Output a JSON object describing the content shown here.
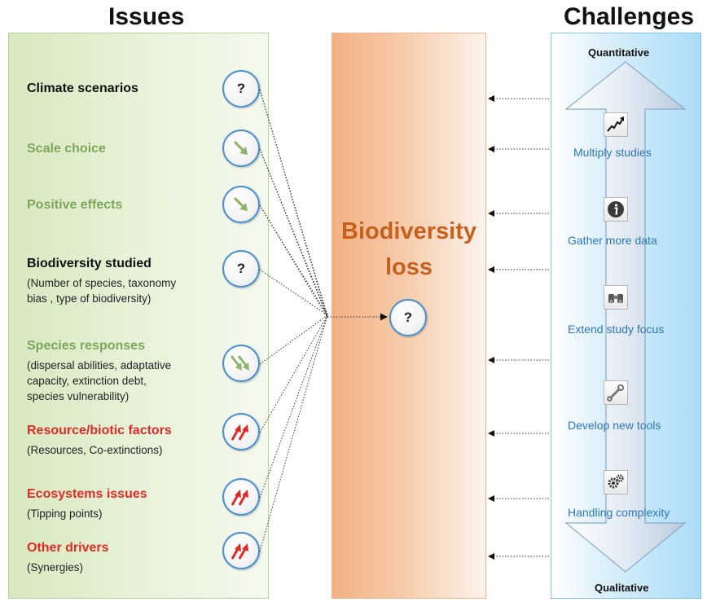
{
  "headings": {
    "issues": "Issues",
    "challenges": "Challenges"
  },
  "issues": [
    {
      "title": "Climate scenarios",
      "description": [],
      "color": "#111111",
      "indicator": "question"
    },
    {
      "title": "Scale choice",
      "description": [],
      "color": "#7ea65a",
      "indicator": "single-down-arrow"
    },
    {
      "title": "Positive effects",
      "description": [],
      "color": "#7ea65a",
      "indicator": "single-down-arrow"
    },
    {
      "title": "Biodiversity studied",
      "description": [
        "(Number of species, taxonomy",
        "bias , type of biodiversity)"
      ],
      "color": "#111111",
      "indicator": "question"
    },
    {
      "title": "Species responses",
      "description": [
        "(dispersal abilities, adaptative",
        "capacity, extinction debt,",
        " species vulnerability)"
      ],
      "color": "#7ea65a",
      "indicator": "double-down-arrow"
    },
    {
      "title": "Resource/biotic  factors",
      "description": [
        "(Resources, Co-extinctions)"
      ],
      "color": "#e02a25",
      "indicator": "double-up-arrow"
    },
    {
      "title": "Ecosystems issues",
      "description": [
        "(Tipping points)"
      ],
      "color": "#e02a25",
      "indicator": "double-up-arrow"
    },
    {
      "title": "Other drivers",
      "description": [
        "(Synergies)"
      ],
      "color": "#e02a25",
      "indicator": "double-up-arrow"
    }
  ],
  "center": {
    "title_line1": "Biodiversity",
    "title_line2": "loss",
    "indicator": "?"
  },
  "question_mark": "?",
  "challenges": {
    "top_label": "Quantitative",
    "bottom_label": "Qualitative",
    "items": [
      {
        "label": "Multiply studies",
        "icon": "trend-up-chart-icon"
      },
      {
        "label": "Gather more data",
        "icon": "info-icon"
      },
      {
        "label": "Extend study focus",
        "icon": "binoculars-icon"
      },
      {
        "label": "Develop new tools",
        "icon": "wrench-icon"
      },
      {
        "label": "Handling complexity",
        "icon": "gears-icon"
      }
    ]
  },
  "colors": {
    "green_text": "#7ea65a",
    "red_text": "#e02a25",
    "circle_border": "#4a8fd0",
    "green_arrow": "#8fb56a",
    "red_arrow": "#e02a25",
    "center_title": "#c8601d",
    "challenge_text": "#2d76b8"
  }
}
